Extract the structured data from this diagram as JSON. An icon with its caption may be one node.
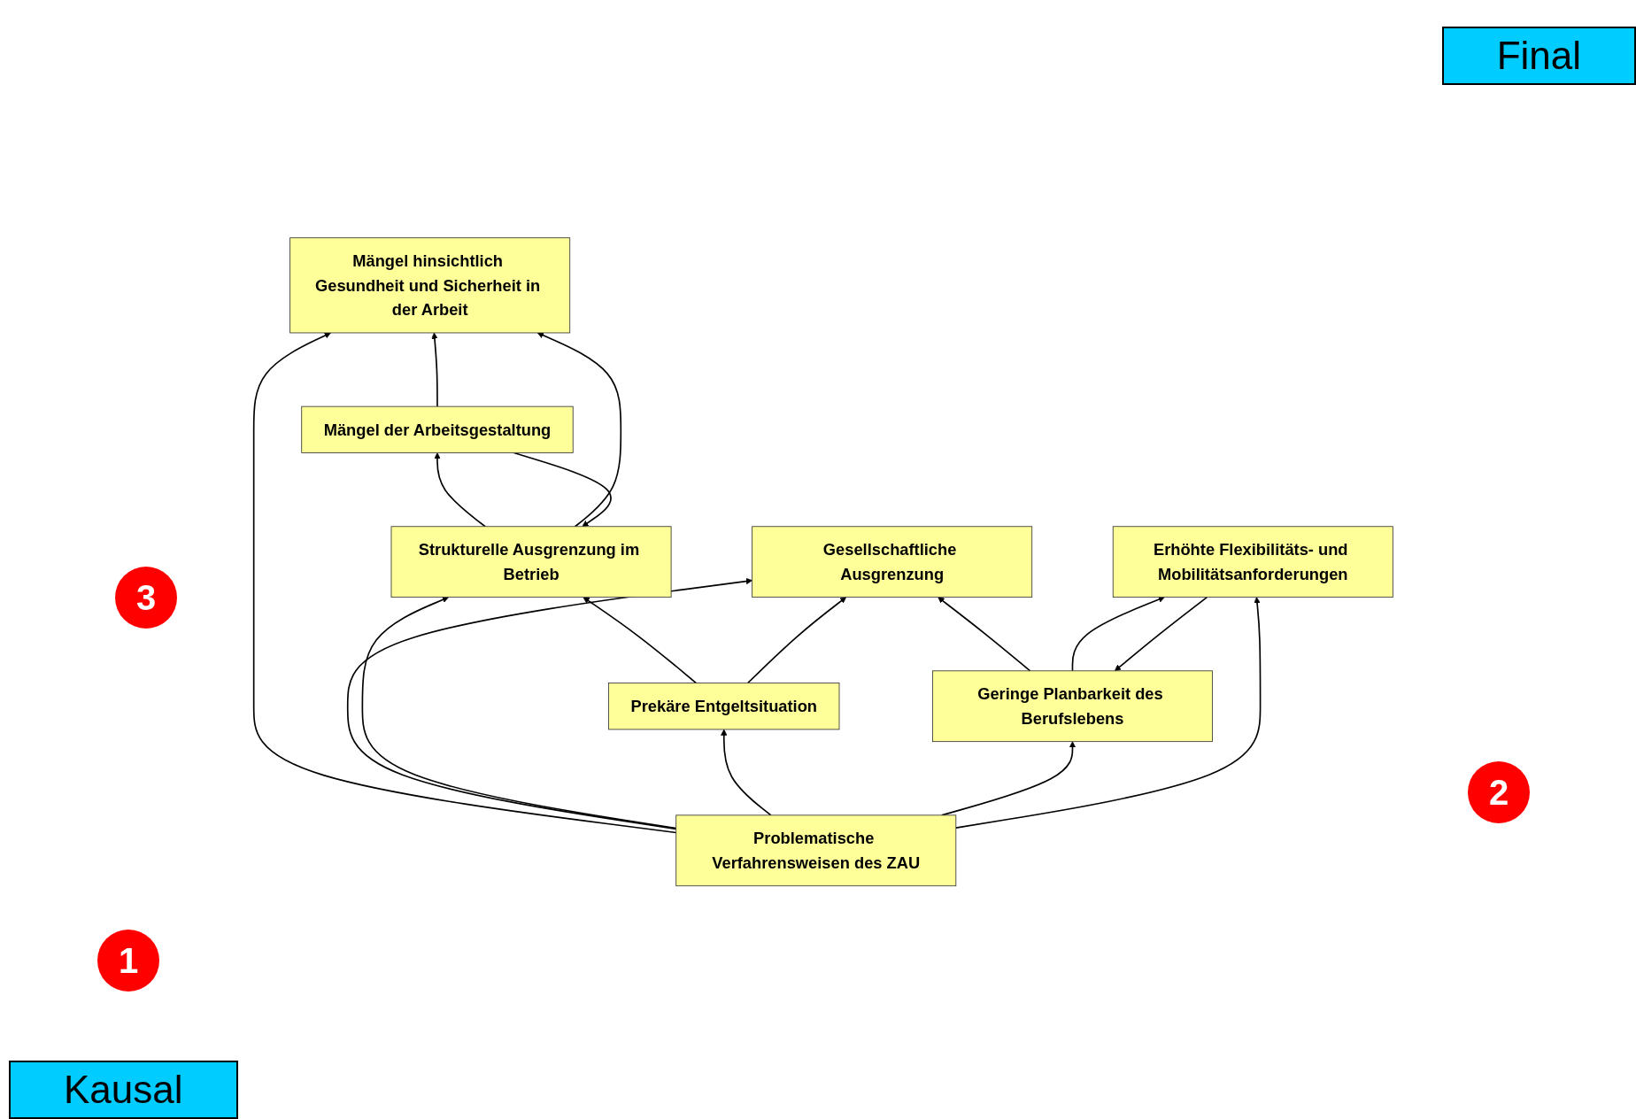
{
  "diagram": {
    "nodes": [
      {
        "text": [
          "Problematische Verfahrensweisen des ZAU"
        ]
      },
      {
        "text": [
          "Mängel hinsichtlich Gesundheit und Sicherheit in der Arbeit"
        ]
      },
      {
        "text": [
          "Mängel der Arbeitsgestaltung"
        ]
      },
      {
        "text": [
          "Gesellschaftliche Ausgrenzung"
        ]
      },
      {
        "text": [
          "Geringe Planbarkeit des Berufslebens"
        ]
      },
      {
        "text": [
          "Strukturelle Ausgrenzung im Betrieb"
        ]
      },
      {
        "text": [
          "Erhöhte Flexibilitäts- und Mobilitätsanforderungen"
        ]
      },
      {
        "text": [
          "Prekäre Entgeltsituation"
        ]
      }
    ],
    "edges": [
      {
        "from": 2,
        "to": 1,
        "arrow": "to"
      },
      {
        "from": 0,
        "to": 1,
        "arrow": "to"
      },
      {
        "from": 0,
        "to": 3,
        "arrow": "to"
      },
      {
        "from": 2,
        "to": 5,
        "arrow": "to"
      },
      {
        "from": 5,
        "to": 2,
        "arrow": "to"
      },
      {
        "from": 5,
        "to": 1,
        "arrow": "to"
      },
      {
        "from": 0,
        "to": 5,
        "arrow": "to"
      },
      {
        "from": 4,
        "to": 3,
        "arrow": "to"
      },
      {
        "from": 4,
        "to": 6,
        "arrow": "to"
      },
      {
        "from": 6,
        "to": 4,
        "arrow": "to"
      },
      {
        "from": 7,
        "to": 5,
        "arrow": "to"
      },
      {
        "from": 7,
        "to": 3,
        "arrow": "to"
      },
      {
        "from": 0,
        "to": 7,
        "arrow": "to"
      },
      {
        "from": 0,
        "to": 4,
        "arrow": "to"
      },
      {
        "from": 0,
        "to": 6,
        "arrow": "to"
      }
    ],
    "labels": [
      "Final",
      "3",
      "2",
      "1",
      "Kausal"
    ]
  }
}
